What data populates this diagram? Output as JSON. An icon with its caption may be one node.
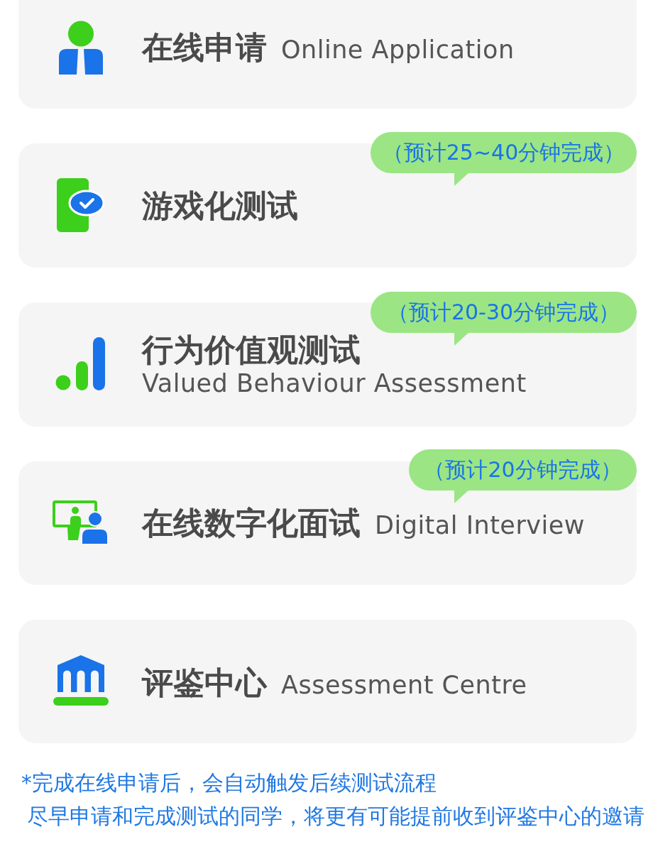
{
  "diagram": {
    "nodes": [
      {
        "text": [
          "在线申请",
          "Online Application"
        ]
      },
      {
        "text": [
          "（预计25~40分钟完成）"
        ]
      },
      {
        "text": [
          "游戏化测试"
        ]
      },
      {
        "text": [
          "（预计20-30分钟完成）"
        ]
      },
      {
        "text": [
          "行为价值观测试",
          "Valued Behaviour Assessment"
        ]
      },
      {
        "text": [
          "（预计20分钟完成）"
        ]
      },
      {
        "text": [
          "在线数字化面试",
          "Digital Interview"
        ]
      },
      {
        "text": [
          "评鉴中心",
          "Assessment Centre"
        ]
      }
    ],
    "labels": [
      "*完成在线申请后，会自动触发后续测试流程",
      "尽早申请和完成测试的同学，将更有可能提前收到评鉴中心的邀请"
    ]
  }
}
